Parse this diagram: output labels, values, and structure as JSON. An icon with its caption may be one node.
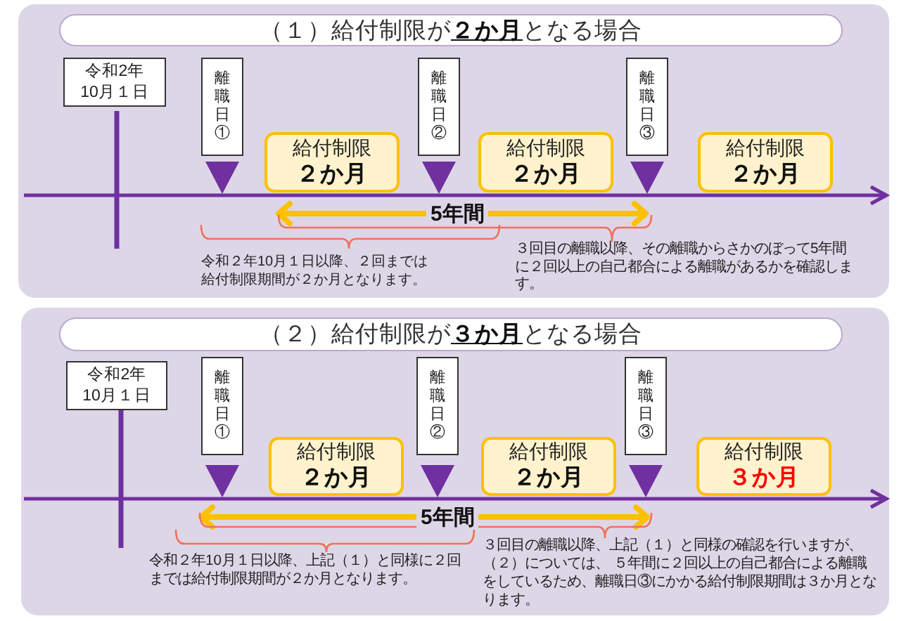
{
  "diagram": {
    "nodes": [
      {
        "text": [
          "（１）給付制限が**２か月**となる場合"
        ]
      },
      {
        "text": [
          "令和2年10月１日"
        ],
        "in": 0
      },
      {
        "text": [
          "離職日①"
        ],
        "in": 0
      },
      {
        "text": [
          "給付制限",
          "２か月"
        ],
        "in": 0
      },
      {
        "text": [
          "離職日②"
        ],
        "in": 0
      },
      {
        "text": [
          "給付制限",
          "２か月"
        ],
        "in": 0
      },
      {
        "text": [
          "離職日③"
        ],
        "in": 0
      },
      {
        "text": [
          "給付制限",
          "２か月"
        ],
        "in": 0
      },
      {
        "text": [
          "（２）給付制限が**３か月**となる場合"
        ]
      },
      {
        "text": [
          "令和2年10月１日"
        ],
        "in": 8
      },
      {
        "text": [
          "離職日①"
        ],
        "in": 8
      },
      {
        "text": [
          "給付制限",
          "２か月"
        ],
        "in": 8
      },
      {
        "text": [
          "離職日②"
        ],
        "in": 8
      },
      {
        "text": [
          "給付制限",
          "２か月"
        ],
        "in": 8
      },
      {
        "text": [
          "離職日③"
        ],
        "in": 8
      },
      {
        "text": [
          "給付制限",
          "３か月"
        ],
        "in": 8
      }
    ],
    "labels": [
      "5年間",
      "令和２年10月１日以降、２回までは給付制限期間が２か月となります。",
      "３回目の離職以降、その離職からさかのぼって5年間に２回以上の自己都合による離職があるかを確認します。",
      "5年間",
      "令和２年10月１日以降、上記（１）と同様に２回までは給付制限期間が２か月となります。",
      "３回目の離職以降、上記（１）と同様の確認を行いますが、（２）については、 ５年間に２回以上の自己都合による離職をしているため、離職日③にかかる給付制限期間は３か月となります。"
    ]
  }
}
